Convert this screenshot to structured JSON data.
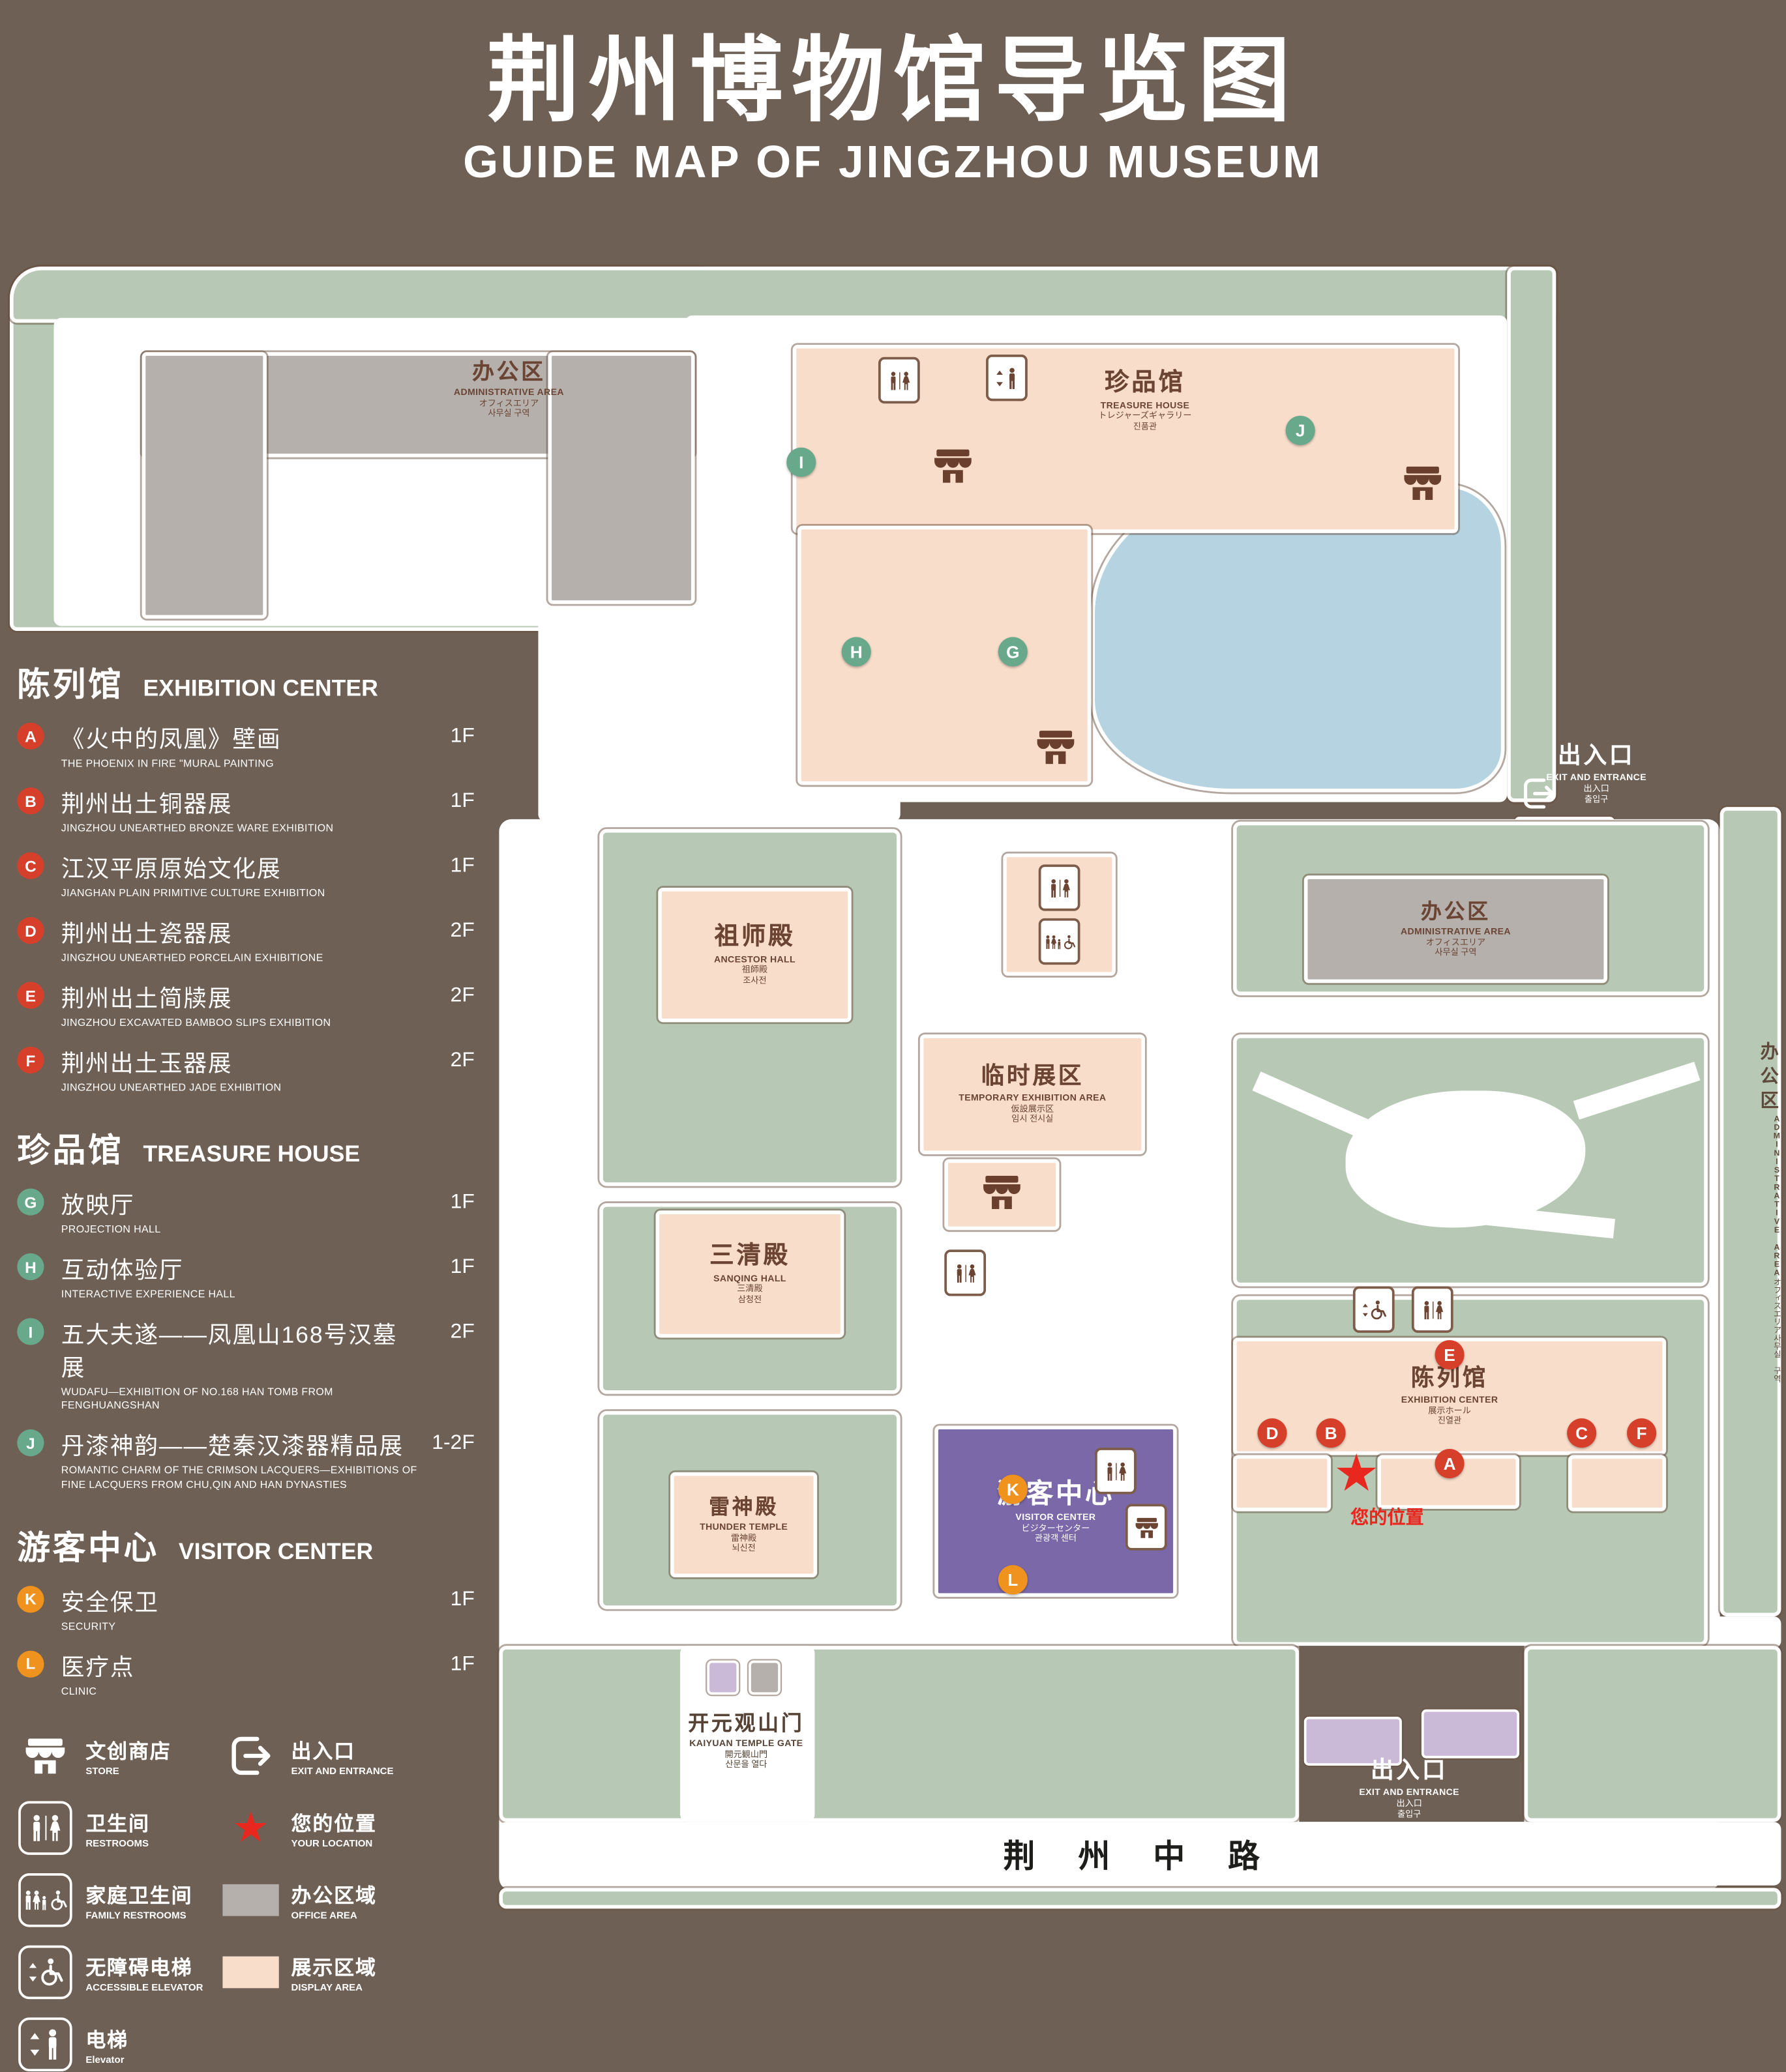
{
  "header": {
    "title": "荆州博物馆导览图",
    "subtitle": "GUIDE MAP OF JINGZHOU MUSEUM"
  },
  "legend": {
    "sections": [
      {
        "zh": "陈列馆",
        "en": "EXHIBITION CENTER",
        "items": [
          {
            "letter": "A",
            "zh": "《火中的凤凰》壁画",
            "en": "THE PHOENIX IN FIRE \"MURAL PAINTING",
            "floor": "1F"
          },
          {
            "letter": "B",
            "zh": "荆州出土铜器展",
            "en": "JINGZHOU UNEARTHED BRONZE WARE EXHIBITION",
            "floor": "1F"
          },
          {
            "letter": "C",
            "zh": "江汉平原原始文化展",
            "en": "JIANGHAN PLAIN PRIMITIVE CULTURE EXHIBITION",
            "floor": "1F"
          },
          {
            "letter": "D",
            "zh": "荆州出土瓷器展",
            "en": "JINGZHOU UNEARTHED PORCELAIN EXHIBITIONE",
            "floor": "2F"
          },
          {
            "letter": "E",
            "zh": "荆州出土简牍展",
            "en": "JINGZHOU EXCAVATED BAMBOO SLIPS EXHIBITION",
            "floor": "2F"
          },
          {
            "letter": "F",
            "zh": "荆州出土玉器展",
            "en": "JINGZHOU UNEARTHED JADE EXHIBITION",
            "floor": "2F"
          }
        ]
      },
      {
        "zh": "珍品馆",
        "en": "TREASURE HOUSE",
        "items": [
          {
            "letter": "G",
            "zh": "放映厅",
            "en": "PROJECTION HALL",
            "floor": "1F"
          },
          {
            "letter": "H",
            "zh": "互动体验厅",
            "en": "INTERACTIVE EXPERIENCE HALL",
            "floor": "1F"
          },
          {
            "letter": "I",
            "zh": "五大夫遂——凤凰山168号汉墓展",
            "en": "WUDAFU—EXHIBITION OF NO.168 HAN TOMB FROM FENGHUANGSHAN",
            "floor": "2F"
          },
          {
            "letter": "J",
            "zh": "丹漆神韵——楚秦汉漆器精品展",
            "en": "ROMANTIC CHARM OF THE CRIMSON LACQUERS—EXHIBITIONS OF FINE LACQUERS FROM CHU,QIN AND HAN DYNASTIES",
            "floor": "1-2F"
          }
        ]
      },
      {
        "zh": "游客中心",
        "en": "VISITOR CENTER",
        "items": [
          {
            "letter": "K",
            "zh": "安全保卫",
            "en": "SECURITY",
            "floor": "1F"
          },
          {
            "letter": "L",
            "zh": "医疗点",
            "en": "CLINIC",
            "floor": "1F"
          }
        ]
      }
    ],
    "symbols": [
      {
        "zh": "文创商店",
        "en": "STORE"
      },
      {
        "zh": "出入口",
        "en": "EXIT AND ENTRANCE"
      },
      {
        "zh": "卫生间",
        "en": "RESTROOMS"
      },
      {
        "zh": "您的位置",
        "en": "YOUR LOCATION"
      },
      {
        "zh": "家庭卫生间",
        "en": "FAMILY RESTROOMS"
      },
      {
        "zh": "办公区域",
        "en": "OFFICE AREA"
      },
      {
        "zh": "无障碍电梯",
        "en": "ACCESSIBLE ELEVATOR"
      },
      {
        "zh": "展示区域",
        "en": "DISPLAY AREA"
      },
      {
        "zh": "电梯",
        "en": "Elevator"
      }
    ]
  },
  "map": {
    "admin_top": {
      "zh": "办公区",
      "en": "ADMINISTRATIVE AREA",
      "ja": "オフィスエリア",
      "ko": "사무실 구역"
    },
    "admin_right": {
      "zh": "办公区",
      "en": "ADMINISTRATIVE AREA",
      "ja": "オフィスエリア",
      "ko": "사무실 구역"
    },
    "admin_strip": {
      "zh": "办公区",
      "en": "ADMINISTRATIVE AREA",
      "ja": "オフィスエリア",
      "ko": "사무실 구역"
    },
    "treasure_house": {
      "zh": "珍品馆",
      "en": "TREASURE HOUSE",
      "ja": "トレジャーズギャラリー",
      "ko": "진품관"
    },
    "ancestor_hall": {
      "zh": "祖师殿",
      "en": "ANCESTOR HALL",
      "ja": "祖師殿",
      "ko": "조사전"
    },
    "temporary_area": {
      "zh": "临时展区",
      "en": "TEMPORARY EXHIBITION AREA",
      "ja": "仮設展示区",
      "ko": "임시 전시실"
    },
    "sanqing_hall": {
      "zh": "三清殿",
      "en": "SANQING HALL",
      "ja": "三清殿",
      "ko": "삼청전"
    },
    "thunder_temple": {
      "zh": "雷神殿",
      "en": "THUNDER TEMPLE",
      "ja": "雷神殿",
      "ko": "뇌신전"
    },
    "visitor_center": {
      "zh": "游客中心",
      "en": "VISITOR CENTER",
      "ja": "ビジターセンター",
      "ko": "관광객 센터"
    },
    "exhibition_center": {
      "zh": "陈列馆",
      "en": "EXHIBITION CENTER",
      "ja": "展示ホール",
      "ko": "진열관"
    },
    "exit_top": {
      "zh": "出入口",
      "en": "EXIT AND ENTRANCE",
      "ja": "出入口",
      "ko": "출입구"
    },
    "exit_bottom": {
      "zh": "出入口",
      "en": "EXIT AND ENTRANCE",
      "ja": "出入口",
      "ko": "출입구"
    },
    "gate": {
      "zh": "开元观山门",
      "en": "KAIYUAN TEMPLE GATE",
      "ja": "開元観山門",
      "ko": "산문을 열다"
    },
    "your_location": "您的位置",
    "road": "荆 州 中 路"
  },
  "colors": {
    "background": "#6e6055",
    "lawn": "#b7c9b5",
    "display_area": "#f9ddcb",
    "office_area": "#b5b0ac",
    "visitor_center": "#7a68a8",
    "pond": "#b6d3e2",
    "entrance_block": "#cbb9d8",
    "marker_red": "#d6402b",
    "marker_green": "#68a98c",
    "marker_orange": "#f0931e",
    "location_red": "#e8281e"
  }
}
